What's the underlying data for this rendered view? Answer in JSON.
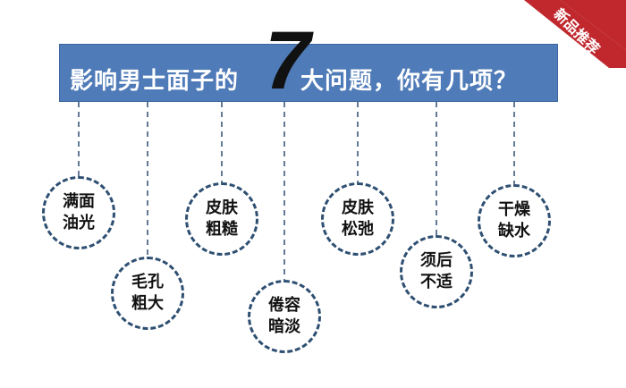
{
  "corner_label": "新品推荐",
  "banner": {
    "prefix": "影响男士面子的",
    "number": "7",
    "suffix": "大问题，你有几项？"
  },
  "colors": {
    "banner": "#4f7bb8",
    "corner": "#c0282e",
    "circle_border": "#2e4f72"
  },
  "problems": [
    {
      "line1": "满面",
      "line2": "油光"
    },
    {
      "line1": "毛孔",
      "line2": "粗大"
    },
    {
      "line1": "皮肤",
      "line2": "粗糙"
    },
    {
      "line1": "倦容",
      "line2": "暗淡"
    },
    {
      "line1": "皮肤",
      "line2": "松弛"
    },
    {
      "line1": "须后",
      "line2": "不适"
    },
    {
      "line1": "干燥",
      "line2": "缺水"
    }
  ]
}
